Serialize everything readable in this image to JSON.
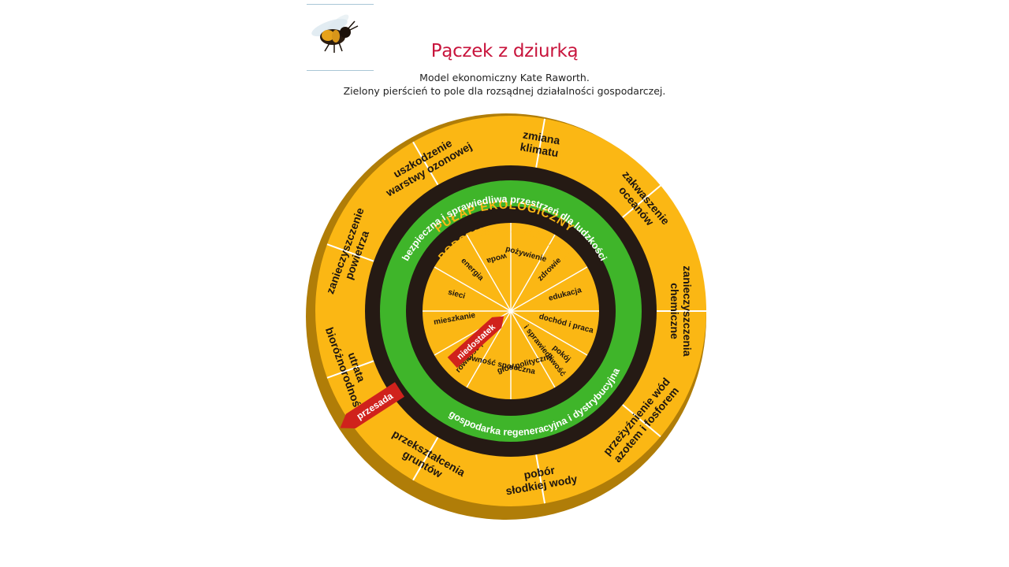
{
  "title": "Pączek z dziurką",
  "subtitle_line1": "Model ekonomiczny Kate Raworth.",
  "subtitle_line2": "Zielony pierścień to pole dla rozsądnej działalności gospodarczej.",
  "diagram": {
    "ceiling_label": "PUŁAP EKOLOGICZNY",
    "foundation_label": "PODSTAWA SPOŁECZNA",
    "green_ring_top": "bezpieczna i sprawiedliwa przestrzeń dla ludzkości",
    "green_ring_bottom": "gospodarka regeneracyjna i dystrybucyjna",
    "overshoot_label": "przesada",
    "shortfall_label": "niedostatek",
    "planetary_boundaries": [
      {
        "line1": "zmiana",
        "line2": "klimatu"
      },
      {
        "line1": "zakwaszenie",
        "line2": "oceanów"
      },
      {
        "line1": "zanieczyszczenia",
        "line2": "chemiczne"
      },
      {
        "line1": "przeżyźnienie wód",
        "line2": "azotem i fosforem"
      },
      {
        "line1": "pobór",
        "line2": "słodkiej wody"
      },
      {
        "line1": "przekształcenia",
        "line2": "gruntów"
      },
      {
        "line1": "utrata",
        "line2": "bioróżnorodności"
      },
      {
        "line1": "zanieczyszczenie",
        "line2": "powietrza"
      },
      {
        "line1": "uszkodzenie",
        "line2": "warstwy ozonowej"
      }
    ],
    "social_foundation": [
      "pożywienie",
      "zdrowie",
      "edukacja",
      "dochód i praca",
      "pokój",
      "i sprawiedliwość",
      "głos polityczny",
      "równość społeczna",
      "równość płci",
      "mieszkanie",
      "sieci",
      "energia",
      "woda"
    ]
  },
  "colors": {
    "title": "#c8143c",
    "outer_ring": "#fbb714",
    "outer_edge": "#b07d08",
    "dark_ring": "#251a14",
    "green_ring": "#3fb52a",
    "inner_disc": "#fbb714",
    "arrow": "#d0221c"
  }
}
